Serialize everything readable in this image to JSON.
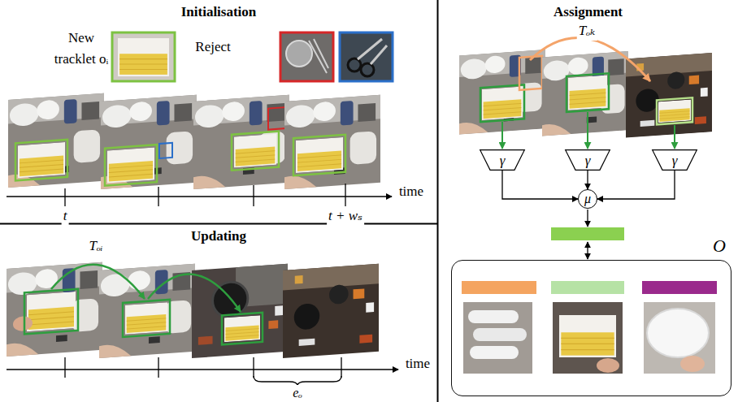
{
  "diagram": {
    "nodes": [
      {
        "text": [
          "Initialisation"
        ]
      },
      {
        "text": [
          "Updating"
        ]
      },
      {
        "text": [
          "Assignment"
        ]
      },
      {
        "text": [
          "γ"
        ],
        "in": 2
      },
      {
        "text": [
          "γ"
        ],
        "in": 2
      },
      {
        "text": [
          "γ"
        ],
        "in": 2
      },
      {
        "text": [
          "μ"
        ],
        "in": 2
      },
      {
        "text": [
          "O"
        ],
        "in": 2
      }
    ],
    "edges": [
      {
        "from": 3,
        "to": 6,
        "arrow": "to"
      },
      {
        "from": 4,
        "to": 6,
        "arrow": "to"
      },
      {
        "from": 5,
        "to": 6,
        "arrow": "to"
      }
    ],
    "labels": [
      "New tracklet oᵢ",
      "Reject",
      "t",
      "t + wₛ",
      "time",
      "Tₒᵢ",
      "time",
      "eₒ",
      "Tₒₖ"
    ]
  }
}
